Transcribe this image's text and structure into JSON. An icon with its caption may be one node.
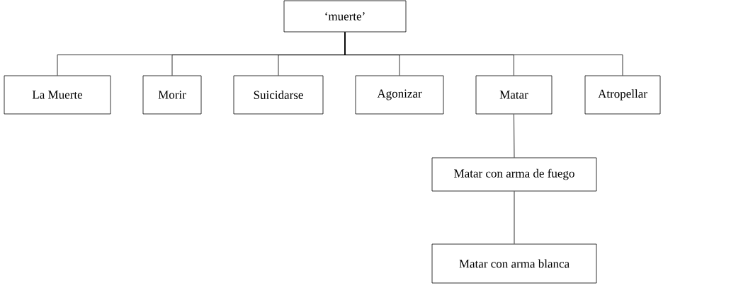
{
  "diagram": {
    "nodes": [
      {
        "text": [
          "‘muerte’"
        ]
      },
      {
        "text": [
          "La Muerte"
        ]
      },
      {
        "text": [
          "Morir"
        ]
      },
      {
        "text": [
          "Suicidarse"
        ]
      },
      {
        "text": [
          "Agonizar"
        ]
      },
      {
        "text": [
          "Matar"
        ]
      },
      {
        "text": [
          "Atropellar"
        ]
      },
      {
        "text": [
          "Matar con arma de fuego"
        ]
      },
      {
        "text": [
          "Matar con arma blanca"
        ]
      }
    ],
    "edges": [
      {
        "from": 0,
        "to": 1,
        "arrow": "none"
      },
      {
        "from": 0,
        "to": 2,
        "arrow": "none"
      },
      {
        "from": 0,
        "to": 3,
        "arrow": "none"
      },
      {
        "from": 0,
        "to": 4,
        "arrow": "none"
      },
      {
        "from": 0,
        "to": 5,
        "arrow": "none"
      },
      {
        "from": 0,
        "to": 6,
        "arrow": "none"
      },
      {
        "from": 5,
        "to": 7,
        "arrow": "none"
      },
      {
        "from": 7,
        "to": 8,
        "arrow": "none"
      }
    ]
  }
}
